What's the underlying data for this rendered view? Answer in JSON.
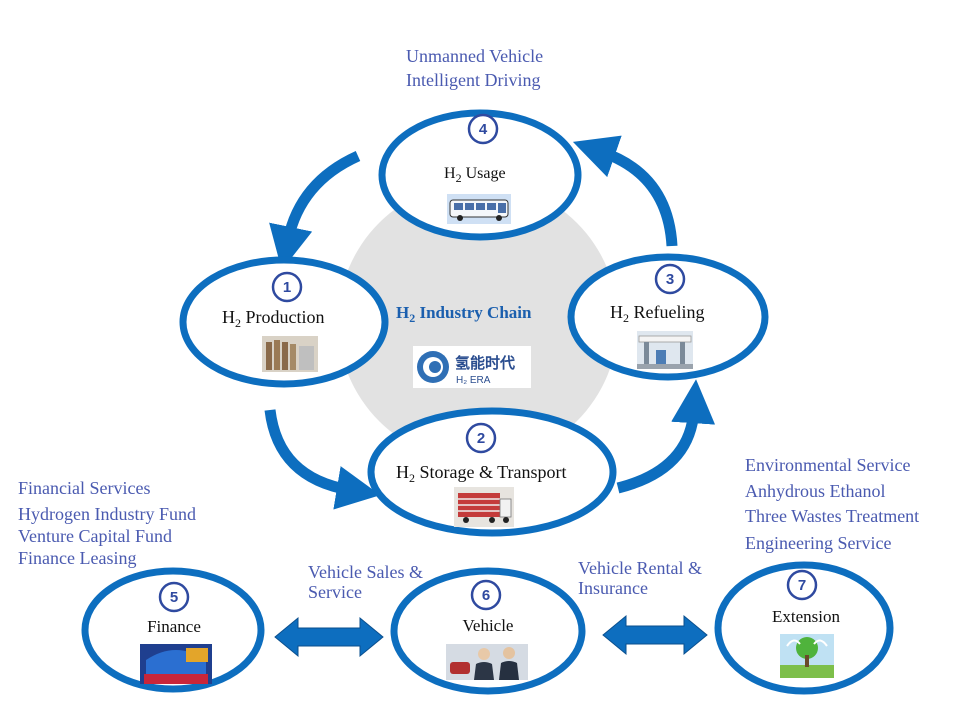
{
  "center": {
    "title_h": "H",
    "title_sub": "2",
    "title_rest": " Industry  Chain",
    "logo_cn": "氢能时代",
    "logo_en": "H₂ ERA"
  },
  "nodes": {
    "usage": {
      "num": "4",
      "h": "H",
      "sub": "2",
      "rest": " Usage"
    },
    "production": {
      "num": "1",
      "h": "H",
      "sub": "2",
      "rest": " Production"
    },
    "refueling": {
      "num": "3",
      "h": "H",
      "sub": "2",
      "rest": " Refueling"
    },
    "storage": {
      "num": "2",
      "h": "H",
      "sub": "2",
      "rest": " Storage & Transport"
    },
    "finance": {
      "num": "5",
      "label": "Finance"
    },
    "vehicle": {
      "num": "6",
      "label": "Vehicle"
    },
    "extension": {
      "num": "7",
      "label": "Extension"
    }
  },
  "notes": {
    "usage": [
      "Unmanned Vehicle",
      "Intelligent Driving"
    ],
    "finance": [
      "Financial Services",
      "Hydrogen Industry Fund",
      "Venture Capital Fund",
      "Finance Leasing"
    ],
    "extension": [
      "Environmental Service",
      "Anhydrous Ethanol",
      "Three Wastes Treatment",
      "Engineering Service"
    ],
    "sales": [
      "Vehicle Sales &",
      "Service"
    ],
    "rental": [
      "Vehicle Rental &",
      "Insurance"
    ]
  },
  "colors": {
    "ring": "#0d6ebf",
    "number_ring": "#2f4aa0",
    "note_text": "#4a5ab0",
    "center_title": "#1b5fae",
    "center_disc": "#e2e2e2"
  }
}
